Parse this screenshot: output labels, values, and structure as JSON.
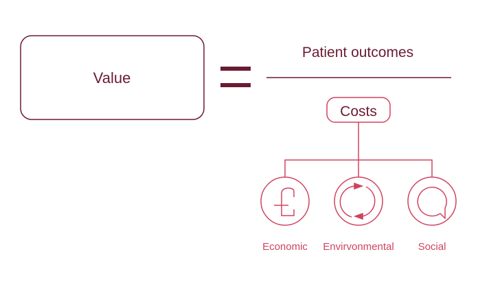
{
  "value_label": "Value",
  "numerator": "Patient outcomes",
  "denominator": "Costs",
  "cost_types": [
    {
      "label": "Economic",
      "icon": "pound-icon"
    },
    {
      "label": "Envirvonmental",
      "icon": "recycle-arrows-icon"
    },
    {
      "label": "Social",
      "icon": "speech-bubble-icon"
    }
  ],
  "colors": {
    "dark": "#6a1b32",
    "accent": "#d0435f"
  }
}
